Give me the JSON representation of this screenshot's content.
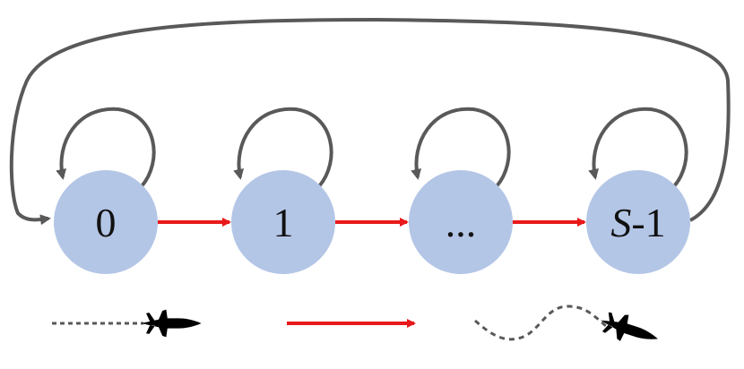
{
  "diagram": {
    "states": [
      {
        "id": "state-0",
        "label": "0"
      },
      {
        "id": "state-1",
        "label": "1"
      },
      {
        "id": "state-ellipsis",
        "label": "..."
      },
      {
        "id": "state-last",
        "label_prefix": "S",
        "label_suffix": "-1"
      }
    ],
    "colors": {
      "node_fill": "#b4c6e6",
      "transition_arrow": "#e8191b",
      "loop_arrow": "#595959",
      "aircraft": "#000000"
    },
    "icons": {
      "aircraft_straight": "fighter-jet-icon",
      "aircraft_maneuver": "fighter-jet-icon"
    }
  }
}
